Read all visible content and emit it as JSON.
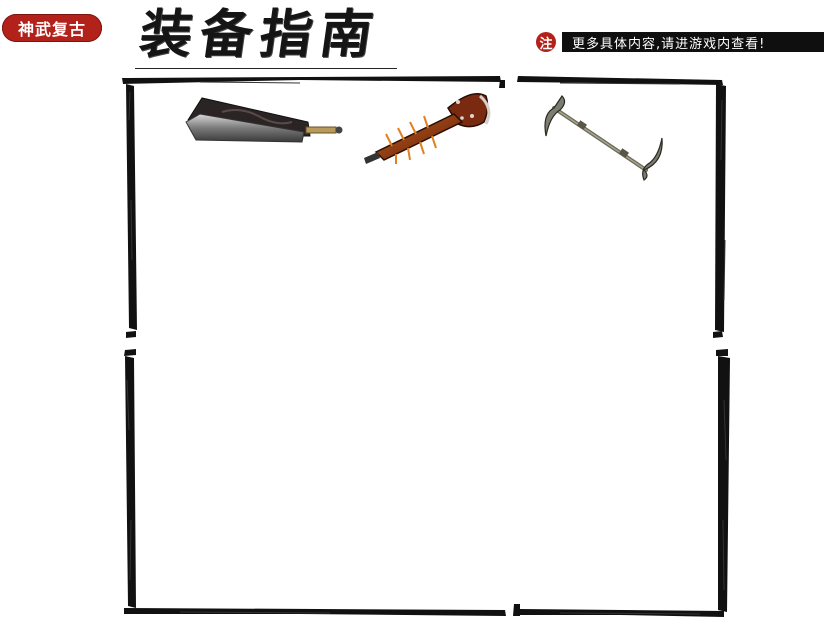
{
  "header": {
    "badge_label": "神武复古",
    "title": "装备指南"
  },
  "note": {
    "mark": "注",
    "text": "更多具体内容,请进游戏内查看!"
  },
  "colors": {
    "accent_red": "#b3211b",
    "ink": "#111111",
    "background": "#ffffff"
  },
  "weapons": [
    {
      "icon": "cleaver-blade-icon"
    },
    {
      "icon": "spiked-axe-icon"
    },
    {
      "icon": "double-scythe-icon"
    }
  ]
}
